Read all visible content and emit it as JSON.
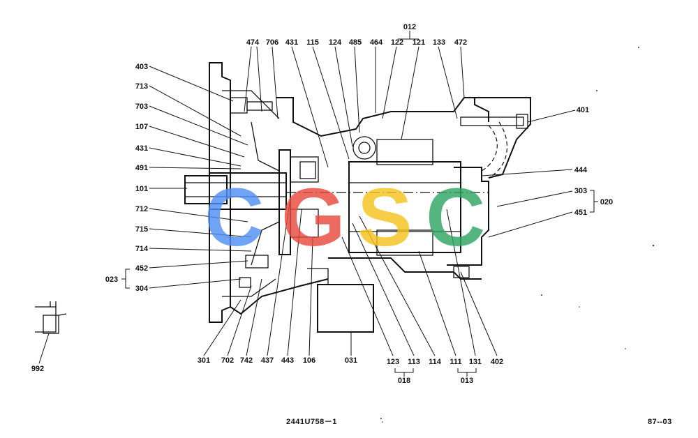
{
  "labels": {
    "l474": "474",
    "l706": "706",
    "l431t": "431",
    "l115": "115",
    "l124": "124",
    "l485": "485",
    "l464": "464",
    "l122": "122",
    "l121": "121",
    "l012": "012",
    "l133": "133",
    "l472": "472",
    "l403": "403",
    "l713": "713",
    "l703": "703",
    "l107": "107",
    "l431": "431",
    "l491": "491",
    "l101": "101",
    "l712": "712",
    "l715": "715",
    "l714": "714",
    "l452": "452",
    "l023": "023",
    "l304": "304",
    "l401": "401",
    "l444": "444",
    "l303": "303",
    "l020": "020",
    "l451": "451",
    "l992": "992",
    "l301": "301",
    "l702": "702",
    "l742": "742",
    "l437": "437",
    "l443": "443",
    "l106": "106",
    "l031": "031",
    "l123": "123",
    "l113": "113",
    "l018": "018",
    "l114": "114",
    "l111": "111",
    "l131": "131",
    "l402": "402",
    "l013": "013"
  },
  "drawing_number": "2441U758－1",
  "date_code": "87--03",
  "watermark": {
    "letters": [
      "C",
      "G",
      "S",
      "C"
    ],
    "colors": [
      "#4f8ff5",
      "#ea4a3f",
      "#f5c31c",
      "#2fa563"
    ]
  }
}
